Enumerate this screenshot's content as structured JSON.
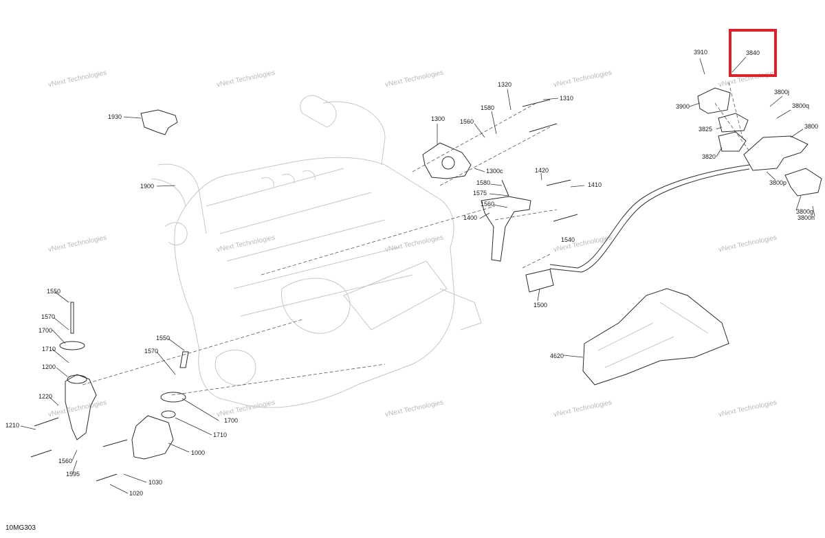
{
  "diagram": {
    "code": "10MG303",
    "watermark": "vNext Technologies",
    "highlight_color": "#d9232a",
    "highlighted_part": "3840",
    "parts": [
      "1930",
      "1900",
      "1320",
      "1310",
      "1580",
      "1560",
      "1300",
      "1300c",
      "1420",
      "1410",
      "1580",
      "1575",
      "1560",
      "1400",
      "1540",
      "1500",
      "3910",
      "3840",
      "3900",
      "3800j",
      "3800q",
      "3825",
      "3800",
      "3820",
      "3800p",
      "3800g",
      "3800h",
      "4620",
      "1550",
      "1570",
      "1700",
      "1710",
      "1200",
      "1220",
      "1210",
      "1560",
      "1595",
      "1550",
      "1570",
      "1700",
      "1710",
      "1000",
      "1030",
      "1020"
    ]
  }
}
